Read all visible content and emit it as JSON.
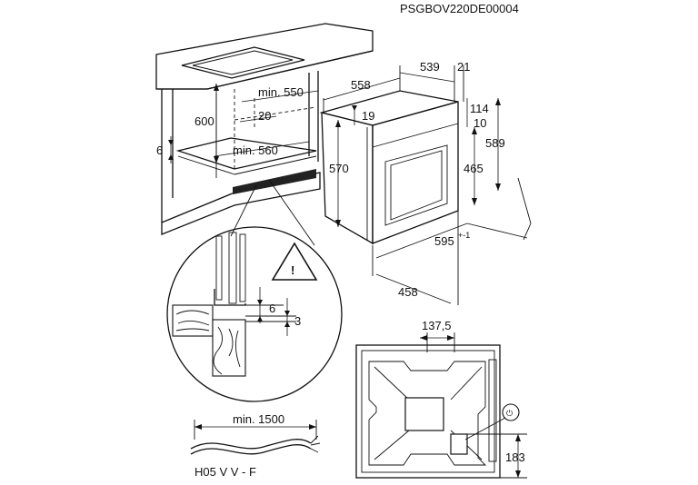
{
  "header": {
    "code": "PSGBOV220DE00004"
  },
  "cabinet": {
    "min_width": "min. 550",
    "gap": "20",
    "min_depth": "min. 560",
    "height": "600",
    "shelf_height": "6"
  },
  "oven": {
    "depth_total": "558",
    "front_depth": "539",
    "door": "21",
    "top_offset": "19",
    "top_a": "114",
    "top_b": "10",
    "height": "570",
    "inner_height": "465",
    "outer_height": "589",
    "width": "595",
    "width_tol": "+-1",
    "bottom_depth": "458"
  },
  "detail": {
    "gap_a": "6",
    "gap_b": "3",
    "warning_mark": "!"
  },
  "back": {
    "offset": "137,5",
    "conn_height": "183",
    "symbol": "⏻"
  },
  "cable": {
    "length": "min. 1500",
    "type": "H05 V V - F"
  },
  "colors": {
    "line": "#111111",
    "background": "#ffffff",
    "wood": "#555555"
  }
}
